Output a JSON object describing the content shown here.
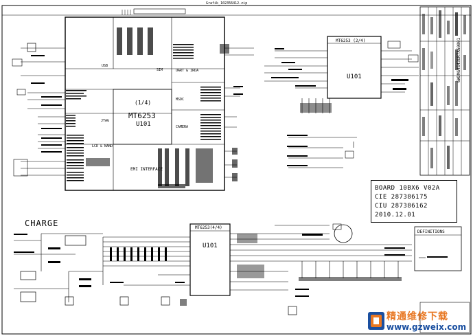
{
  "header": {
    "file_name": "Grafik_102356412.zip",
    "title_block_code": "6WDMG4S43UR7A60001"
  },
  "chips": {
    "u101_main": {
      "name": "MT6253",
      "part": "(1/4)",
      "ref": "U101"
    },
    "u101_top_right": {
      "name": "MT6253 (2/4)",
      "ref": "U101"
    },
    "u101_charge": {
      "name": "MT6253(4/4)",
      "ref": "U101"
    }
  },
  "blocks": {
    "lcd_nand": "LCD & NAND",
    "emi_interface": "EMI INTERFACE",
    "jtag": "JTAG",
    "msdc": "MSDC",
    "camera": "CAMERA",
    "uart_irda": "UART & IRDA",
    "sim": "SIM",
    "usb": "USB"
  },
  "board_info": {
    "line1": "BOARD 10BX6 V02A",
    "line2": "CIE 287386175",
    "line3": "CIU 287386162",
    "line4": "2010.12.01"
  },
  "sections": {
    "charge": "CHARGE",
    "definitions": "DEFINITIONS"
  },
  "watermark": {
    "cn_text": "精通维修下载",
    "url": "www.gzweix.com"
  },
  "colors": {
    "ink": "#000000",
    "paper": "#ffffff",
    "watermark_orange": "#e87722",
    "watermark_blue": "#1a4fa0"
  }
}
